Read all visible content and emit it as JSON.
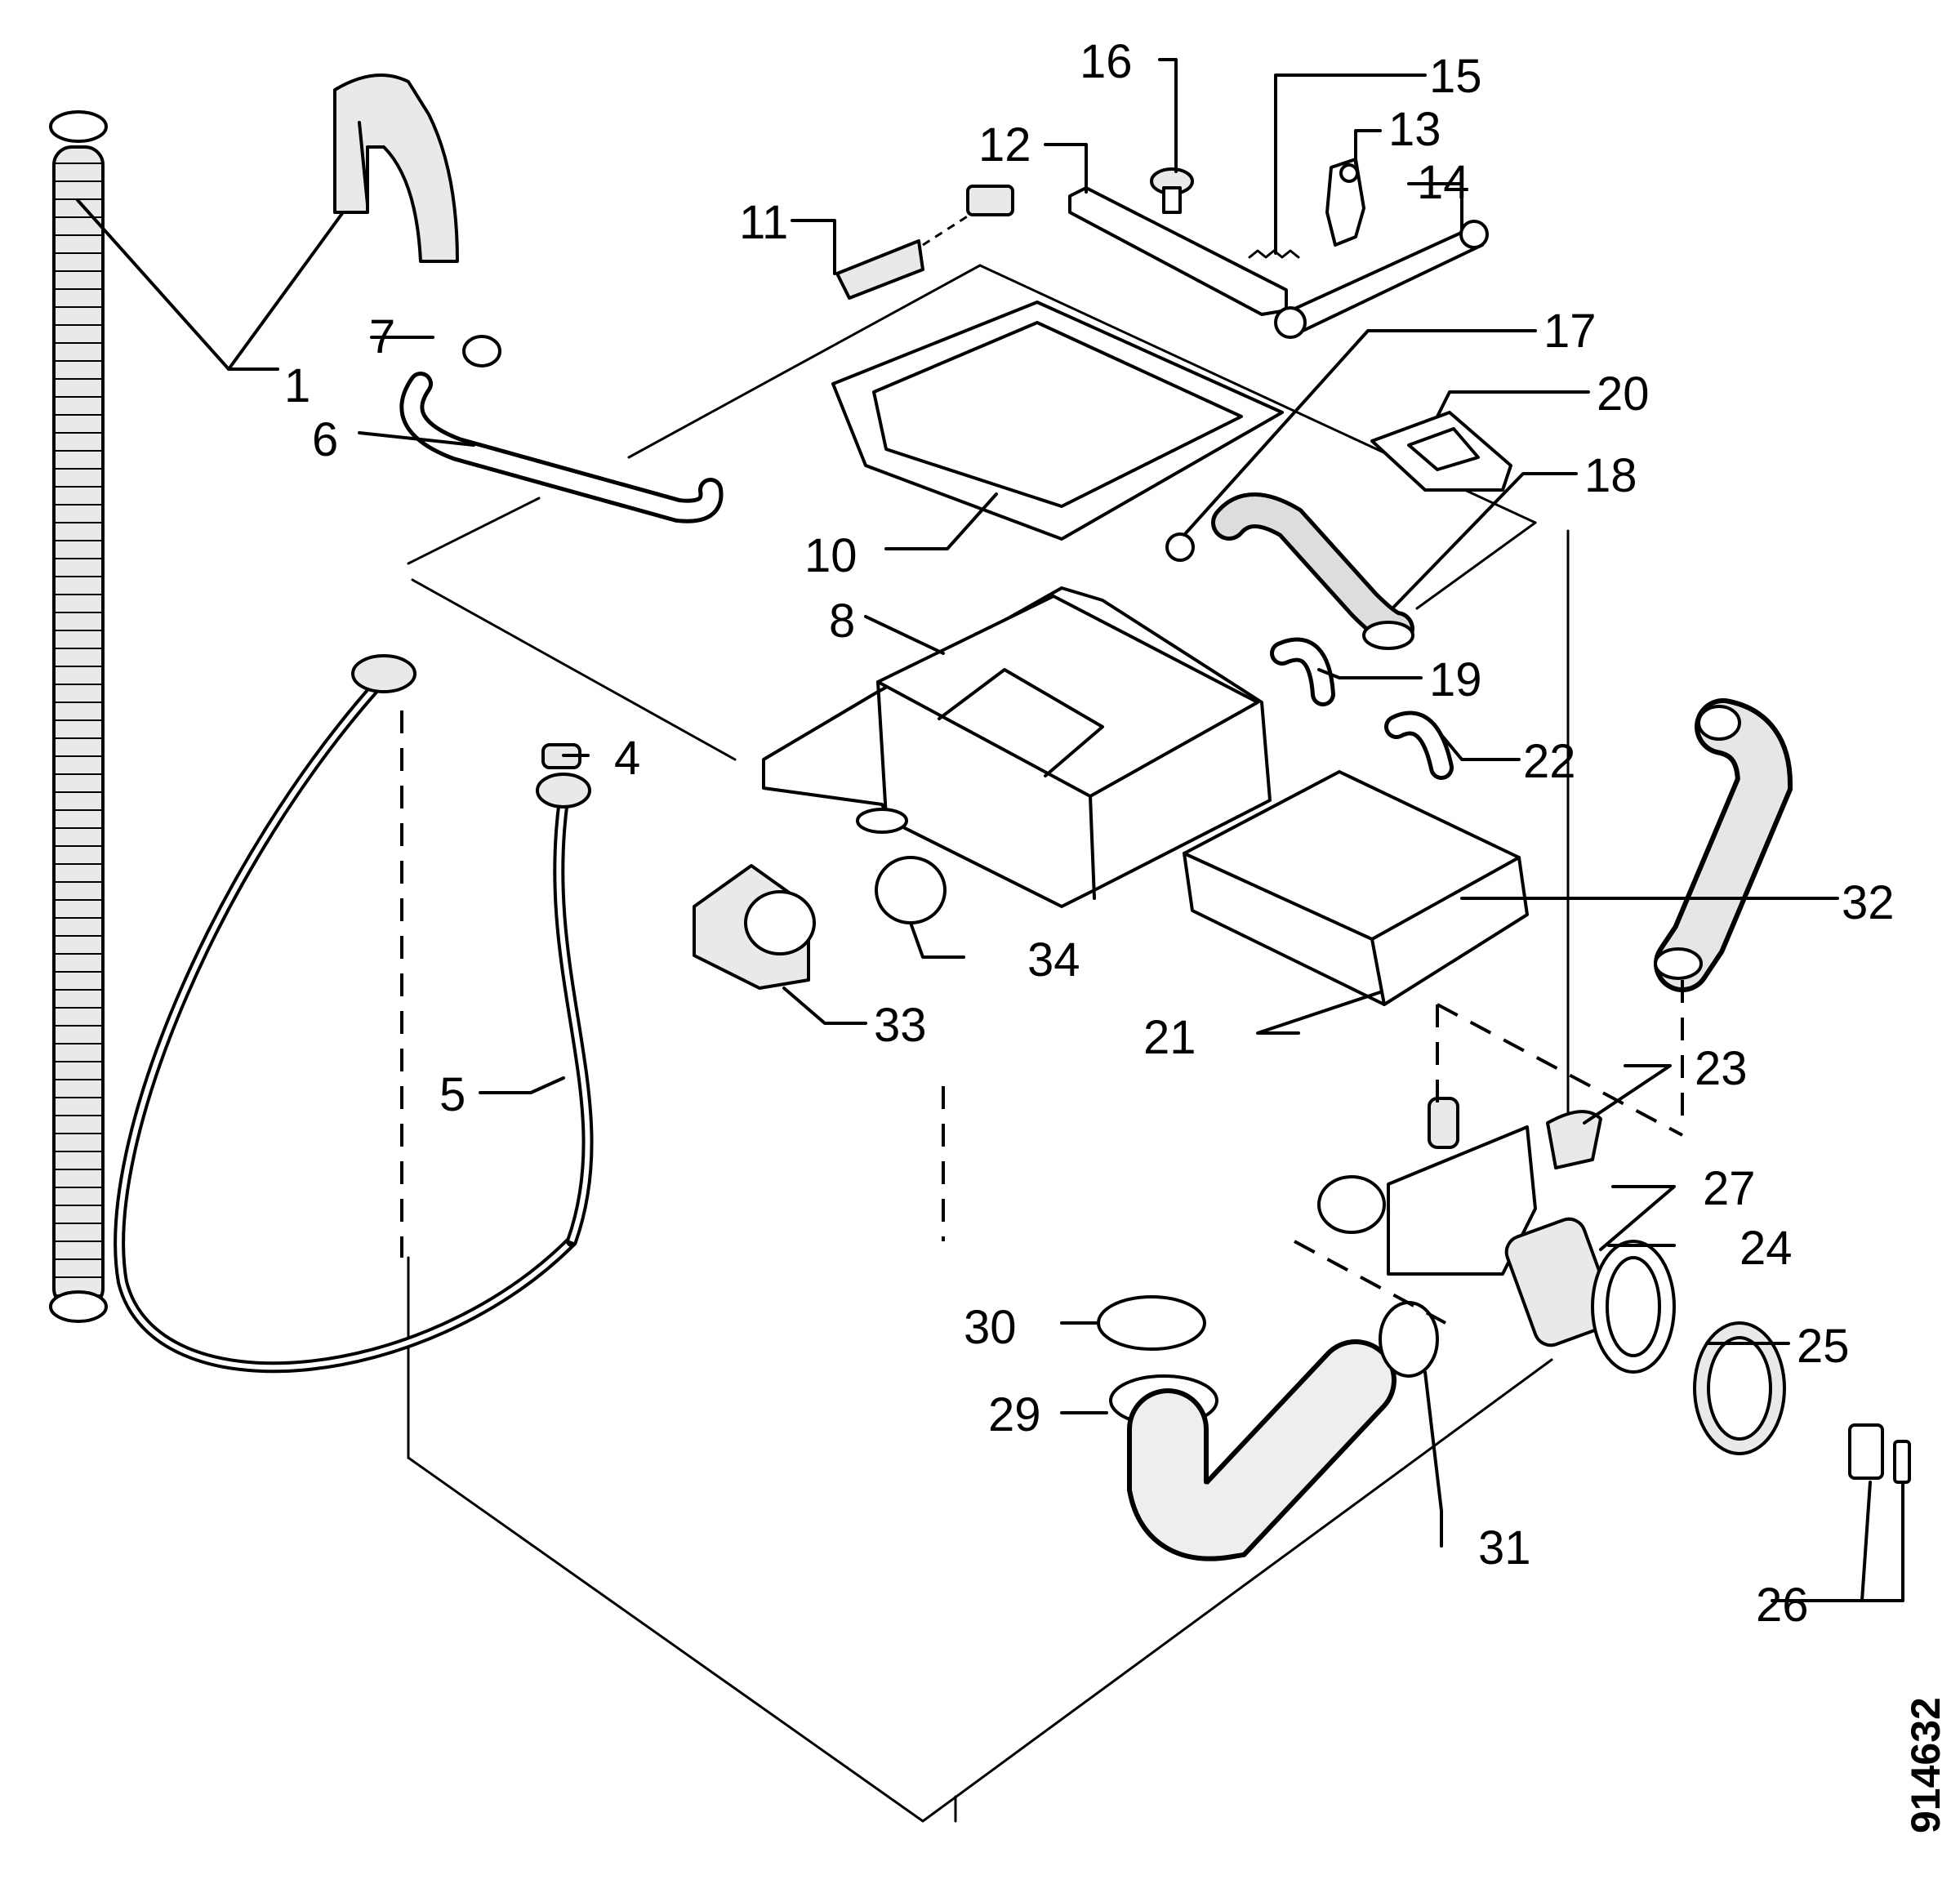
{
  "reference_number": "914632",
  "labels": {
    "p1": "1",
    "p4": "4",
    "p5": "5",
    "p6": "6",
    "p7": "7",
    "p8": "8",
    "p10": "10",
    "p11": "11",
    "p12": "12",
    "p13": "13",
    "p14": "14",
    "p15": "15",
    "p16": "16",
    "p17": "17",
    "p18": "18",
    "p19": "19",
    "p20": "20",
    "p21": "21",
    "p22": "22",
    "p23": "23",
    "p24": "24",
    "p25": "25",
    "p26": "26",
    "p27": "27",
    "p29": "29",
    "p30": "30",
    "p31": "31",
    "p32": "32",
    "p33": "33",
    "p34": "34"
  }
}
